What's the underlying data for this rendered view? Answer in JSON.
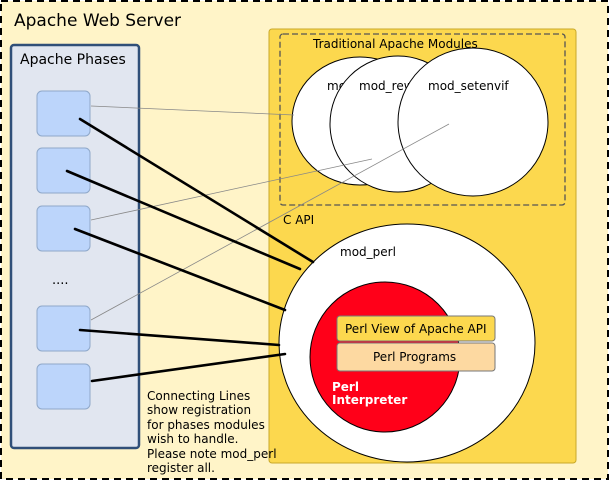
{
  "server": {
    "title": "Apache Web Server"
  },
  "phases": {
    "title": "Apache Phases",
    "ellipsis": "...."
  },
  "modules": {
    "group_title": "Traditional Apache Modules",
    "items": [
      "mod_",
      "mod_rewr",
      "mod_setenvif"
    ]
  },
  "c_api": {
    "label": "C API"
  },
  "mod_perl": {
    "label": "mod_perl",
    "perl_view": "Perl View of Apache API",
    "perl_programs": "Perl Programs",
    "interpreter_line1": "Perl",
    "interpreter_line2": "Interpreter"
  },
  "note": {
    "lines": [
      "Connecting Lines",
      "show registration",
      "for phases modules",
      "wish to handle.",
      "Please note mod_perl",
      "register all."
    ]
  },
  "colors": {
    "server_bg": "#fff4c8",
    "phases_bg": "#e1e6f0",
    "phases_border": "#304f78",
    "phase_box": "#bcd5fb",
    "api_bg": "#fcd84e",
    "perl_view": "#fcd84e",
    "perl_programs": "#fdd9a1",
    "interpreter": "#ff0019"
  }
}
